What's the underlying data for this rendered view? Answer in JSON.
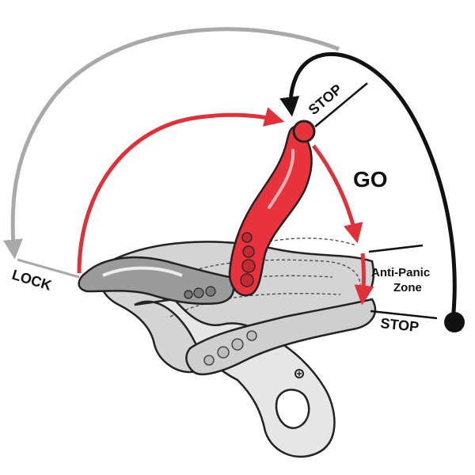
{
  "diagram": {
    "labels": {
      "stop_top": "STOP",
      "go": "GO",
      "anti_panic_line1": "Anti-Panic",
      "anti_panic_line2": "Zone",
      "stop_bottom": "STOP",
      "lock": "LOCK"
    },
    "colors": {
      "handle_red": "#e8333c",
      "arrow_red": "#e0303a",
      "arrow_gray": "#a9a9a9",
      "arrow_black": "#111111",
      "body_gray": "#d4d4d4",
      "cam_gray": "#9b9b9b",
      "outline": "#222222"
    }
  }
}
